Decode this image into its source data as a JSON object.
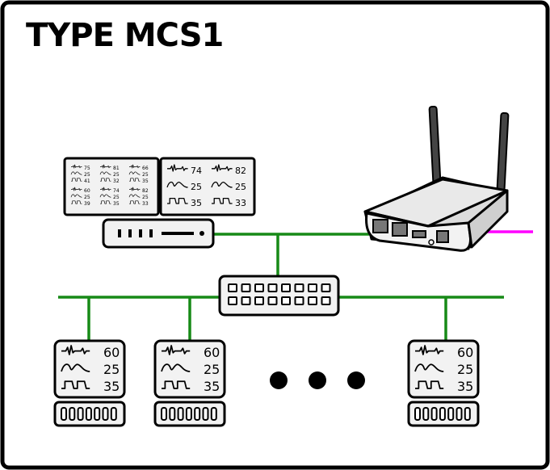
{
  "title": "TYPE MCS1",
  "colors": {
    "network_link": "#178a17",
    "external_link": "#ff00ff",
    "outline": "#000000",
    "device_face": "#f2f2f2",
    "router_body": "#dcdcdc"
  },
  "central_station": {
    "overview_monitor": {
      "tiles": [
        {
          "hr": "75",
          "rr": "25",
          "spo2": "41"
        },
        {
          "hr": "81",
          "rr": "25",
          "spo2": "32"
        },
        {
          "hr": "66",
          "rr": "25",
          "spo2": "35"
        },
        {
          "hr": "60",
          "rr": "25",
          "spo2": "39"
        },
        {
          "hr": "74",
          "rr": "25",
          "spo2": "35"
        },
        {
          "hr": "82",
          "rr": "25",
          "spo2": "33"
        }
      ]
    },
    "detail_monitor": {
      "tiles": [
        {
          "hr": "74",
          "rr": "25",
          "spo2": "35"
        },
        {
          "hr": "82",
          "rr": "25",
          "spo2": "33"
        }
      ]
    },
    "computer_icon": "desktop-computer-icon"
  },
  "router_icon": "wireless-router-icon",
  "switch_icon": "network-switch-icon",
  "bedside_monitors": [
    {
      "hr": "60",
      "rr": "25",
      "spo2": "35"
    },
    {
      "hr": "60",
      "rr": "25",
      "spo2": "35"
    },
    {
      "hr": "60",
      "rr": "25",
      "spo2": "35"
    }
  ],
  "ellipsis_icon": "ellipsis-icon"
}
